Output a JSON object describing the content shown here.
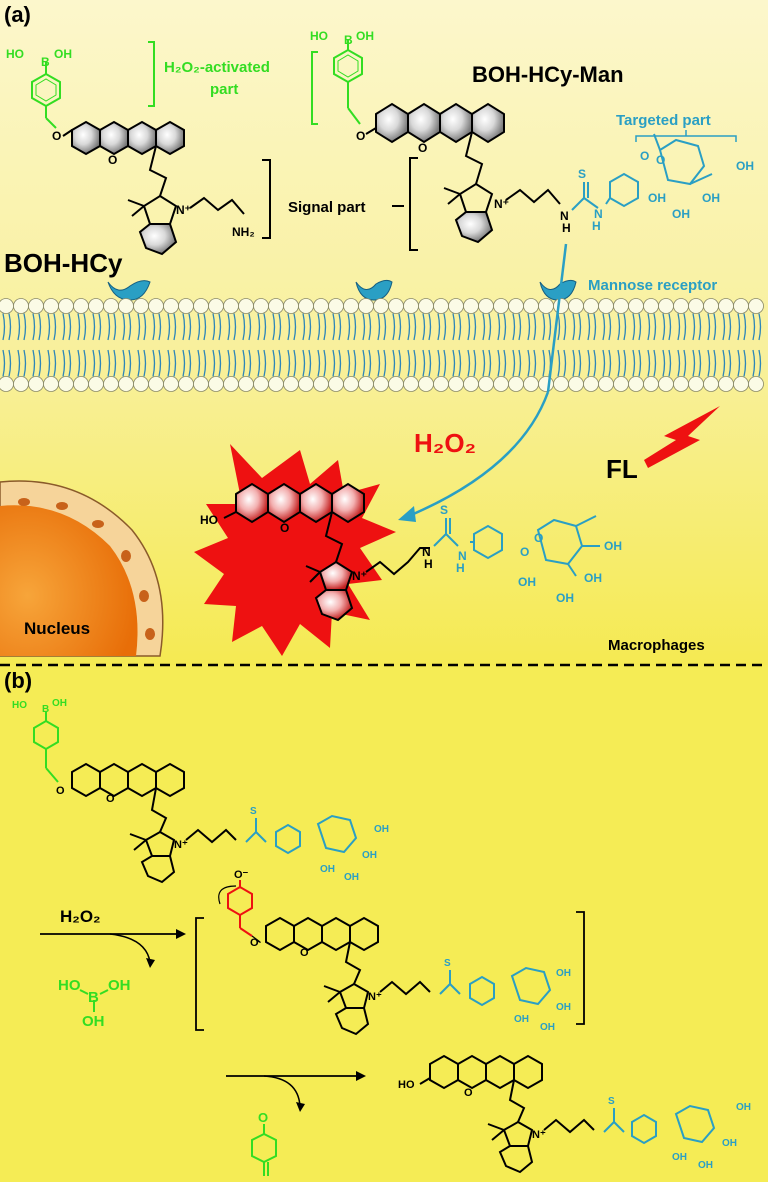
{
  "panel_a": {
    "label": "(a)",
    "boh_hcy": "BOH-HCy",
    "boh_hcy_man": "BOH-HCy-Man",
    "h2o2_activated_line1": "H₂O₂-activated",
    "h2o2_activated_line2": "part",
    "signal_part": "Signal part",
    "targeted_part": "Targeted part",
    "mannose_receptor": "Mannose receptor",
    "h2o2": "H₂O₂",
    "fl": "FL",
    "nucleus": "Nucleus",
    "macrophages": "Macrophages",
    "boronic_ho": "HO",
    "boronic_b": "B",
    "boronic_oh": "OH",
    "amine": "NH₂",
    "n_plus": "N⁺",
    "o": "O",
    "s": "S",
    "nh": "N",
    "h": "H",
    "ho_phenol": "HO",
    "oh": "OH"
  },
  "panel_b": {
    "label": "(b)",
    "h2o2": "H₂O₂",
    "boric_ho": "HO",
    "boric_b": "B",
    "boric_oh": "OH",
    "phenolate": "O⁻",
    "quinone_o": "O",
    "ho_phenol": "HO",
    "oh": "OH",
    "n_plus": "N⁺",
    "s": "S",
    "o": "O"
  },
  "colors": {
    "green": "#33dd22",
    "blue": "#2a9fc4",
    "red": "#ee1111",
    "orange": "#f08a10",
    "membrane_head": "#fbfbe6",
    "membrane_tail": "#2d86b8",
    "bg_top": "#fbf6c4",
    "bg_mid": "#f6ee5a"
  }
}
